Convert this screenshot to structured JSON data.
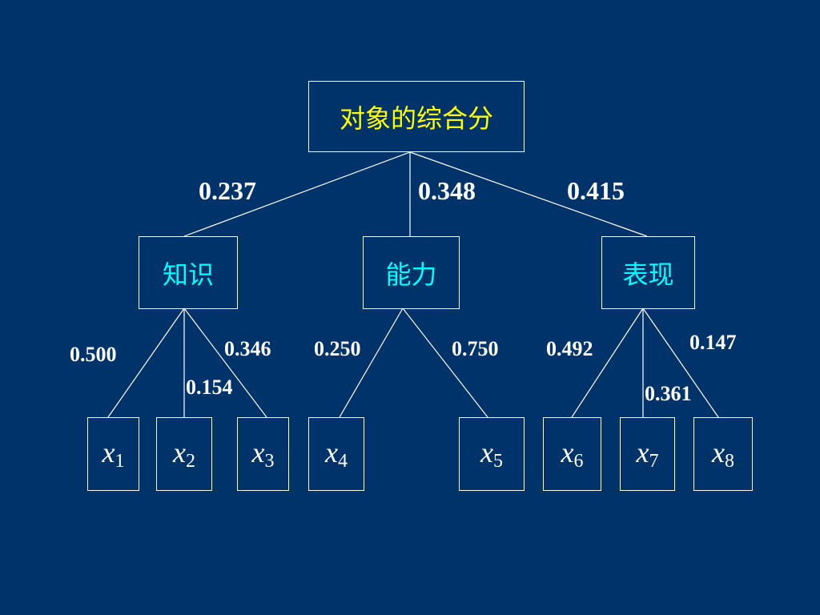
{
  "root": {
    "label": "对象的综合分"
  },
  "criteria": [
    {
      "label": "知识",
      "weight": "0.237"
    },
    {
      "label": "能力",
      "weight": "0.348"
    },
    {
      "label": "表现",
      "weight": "0.415"
    }
  ],
  "leaves": [
    {
      "var": "x",
      "sub": "1",
      "weight": "0.500"
    },
    {
      "var": "x",
      "sub": "2",
      "weight": "0.154"
    },
    {
      "var": "x",
      "sub": "3",
      "weight": "0.346"
    },
    {
      "var": "x",
      "sub": "4",
      "weight": "0.250"
    },
    {
      "var": "x",
      "sub": "5",
      "weight": "0.750"
    },
    {
      "var": "x",
      "sub": "6",
      "weight": "0.492"
    },
    {
      "var": "x",
      "sub": "7",
      "weight": "0.361"
    },
    {
      "var": "x",
      "sub": "8",
      "weight": "0.147"
    }
  ],
  "colors": {
    "background": "#00336a",
    "root_text": "#ffff00",
    "criteria_text": "#00ffff",
    "leaf_text": "#ffffff",
    "lines": "#ffffff"
  }
}
